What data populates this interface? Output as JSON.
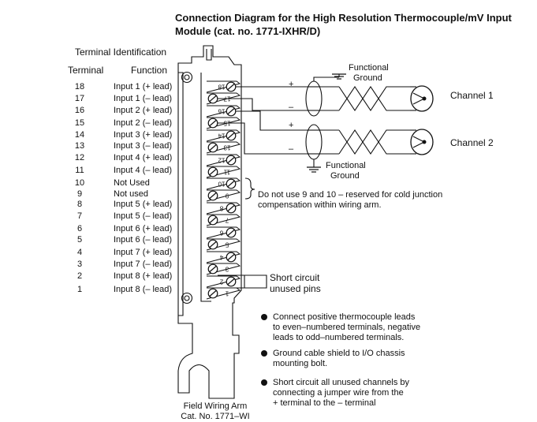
{
  "title": {
    "line1": "Connection Diagram for the High Resolution Thermocouple/mV Input",
    "line2": "Module (cat. no. 1771-IXHR/D)"
  },
  "terminal_identification": {
    "heading": "Terminal Identification",
    "col_terminal": "Terminal",
    "col_function": "Function",
    "rows": [
      {
        "terminal": "18",
        "function": "Input 1 (+ lead)"
      },
      {
        "terminal": "17",
        "function": "Input 1 (– lead)"
      },
      {
        "terminal": "16",
        "function": "Input 2 (+ lead)"
      },
      {
        "terminal": "15",
        "function": "Input 2 (– lead)"
      },
      {
        "terminal": "14",
        "function": "Input 3 (+ lead)"
      },
      {
        "terminal": "13",
        "function": "Input 3 (– lead)"
      },
      {
        "terminal": "12",
        "function": "Input 4 (+ lead)"
      },
      {
        "terminal": "11",
        "function": "Input 4 (– lead)"
      },
      {
        "terminal": "10",
        "function": "Not Used"
      },
      {
        "terminal": "9",
        "function": "Not used"
      },
      {
        "terminal": "8",
        "function": "Input 5 (+ lead)"
      },
      {
        "terminal": "7",
        "function": "Input 5 (– lead)"
      },
      {
        "terminal": "6",
        "function": "Input 6 (+ lead)"
      },
      {
        "terminal": "5",
        "function": "Input 6 (– lead)"
      },
      {
        "terminal": "4",
        "function": "Input 7 (+ lead)"
      },
      {
        "terminal": "3",
        "function": "Input 7 (– lead)"
      },
      {
        "terminal": "2",
        "function": "Input 8 (+ lead)"
      },
      {
        "terminal": "1",
        "function": "Input 8 (– lead)"
      }
    ]
  },
  "arm_terminal_labels": [
    "18",
    "17",
    "16",
    "15",
    "14",
    "13",
    "12",
    "11",
    "10",
    "9",
    "8",
    "7",
    "6",
    "5",
    "4",
    "3",
    "2",
    "1"
  ],
  "labels": {
    "functional_ground_top_1": "Functional",
    "functional_ground_top_2": "Ground",
    "functional_ground_bottom_1": "Functional",
    "functional_ground_bottom_2": "Ground",
    "channel1": "Channel 1",
    "channel2": "Channel 2",
    "plus": "+",
    "minus": "–",
    "reserved_1": "Do not use 9 and 10 – reserved for cold junction",
    "reserved_2": "compensation within wiring arm.",
    "short_1": "Short circuit",
    "short_2": "unused pins"
  },
  "notes": [
    {
      "line1": "Connect positive thermocouple leads",
      "line2": "to even–numbered terminals, negative",
      "line3": "leads to odd–numbered terminals."
    },
    {
      "line1": "Ground cable shield to I/O chassis",
      "line2": "mounting bolt."
    },
    {
      "line1": "Short circuit all unused channels by",
      "line2": "connecting a jumper wire from the",
      "line3": "+ terminal to the – terminal"
    }
  ],
  "caption": {
    "line1": "Field Wiring Arm",
    "line2": "Cat. No. 1771–WI"
  }
}
